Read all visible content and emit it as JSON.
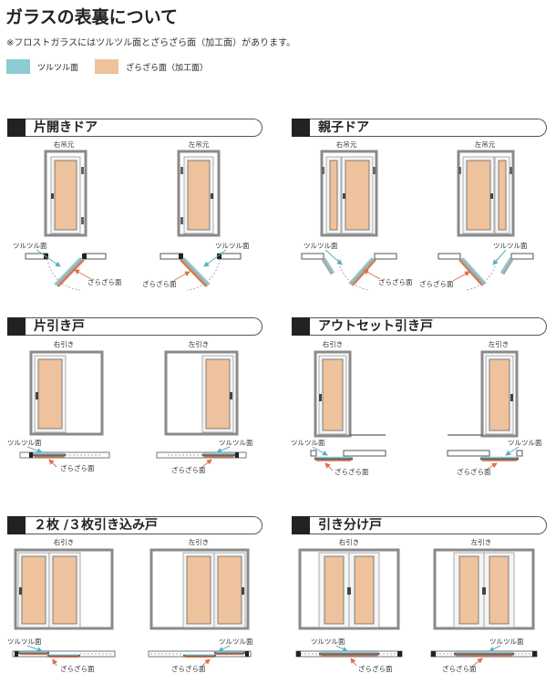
{
  "header": {
    "title": "ガラスの表裏について",
    "note": "※フロストガラスにはツルツル面とざらざら面（加工面）があります。"
  },
  "legend": [
    {
      "label": "ツルツル面",
      "color": "#8ccbd2"
    },
    {
      "label": "ざらざら面（加工面）",
      "color": "#eec29c"
    }
  ],
  "colors": {
    "smooth": "#8ccbd2",
    "rough": "#eec29c",
    "rough_line": "#d9734b",
    "frame": "#8a8a8a",
    "header_block": "#222222"
  },
  "sections": [
    {
      "id": "hinged-door",
      "title": "片開きドア",
      "captions": [
        "右吊元",
        "左吊元"
      ]
    },
    {
      "id": "parent-child-door",
      "title": "親子ドア",
      "captions": [
        "右吊元",
        "左吊元"
      ]
    },
    {
      "id": "single-sliding",
      "title": "片引き戸",
      "captions": [
        "右引き",
        "左引き"
      ]
    },
    {
      "id": "outset-sliding",
      "title": "アウトセット引き戸",
      "captions": [
        "右引き",
        "左引き"
      ]
    },
    {
      "id": "multi-sliding",
      "title": "２枚 /３枚引き込み戸",
      "captions": [
        "右引き",
        "左引き"
      ]
    },
    {
      "id": "split-sliding",
      "title": "引き分け戸",
      "captions": [
        "右引き",
        "左引き"
      ]
    }
  ],
  "labels": {
    "smooth": "ツルツル面",
    "rough": "ざらざら面"
  }
}
